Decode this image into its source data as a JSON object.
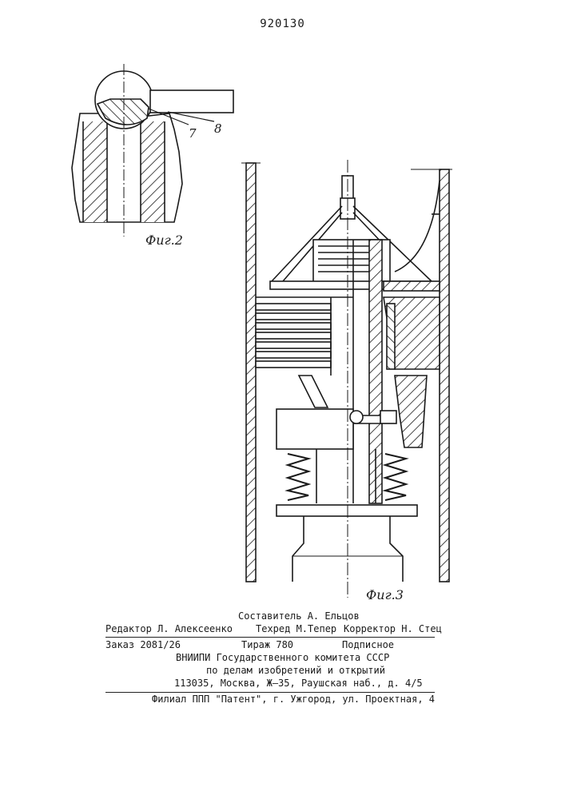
{
  "document": {
    "patent_number": "920130"
  },
  "figures": {
    "fig2": {
      "caption": "Фиг.2",
      "callout_7": "7",
      "callout_8": "8"
    },
    "fig3": {
      "caption": "Фиг.3"
    }
  },
  "imprint": {
    "compiler": "Составитель А. Ельцов",
    "editor": "Редактор Л. Алексеенко",
    "techred": "Техред М.Тепер",
    "corrector": "Корректор Н. Стец",
    "order": "Заказ 2081/26",
    "circulation": "Тираж 780",
    "subscription": "Подписное",
    "org_line1": "ВНИИПИ Государственного комитета СССР",
    "org_line2": "по делам изобретений и открытий",
    "address": "113035, Москва, Ж–35, Раушская наб., д. 4/5",
    "branch": "Филиал ППП \"Патент\", г. Ужгород, ул. Проектная, 4"
  }
}
